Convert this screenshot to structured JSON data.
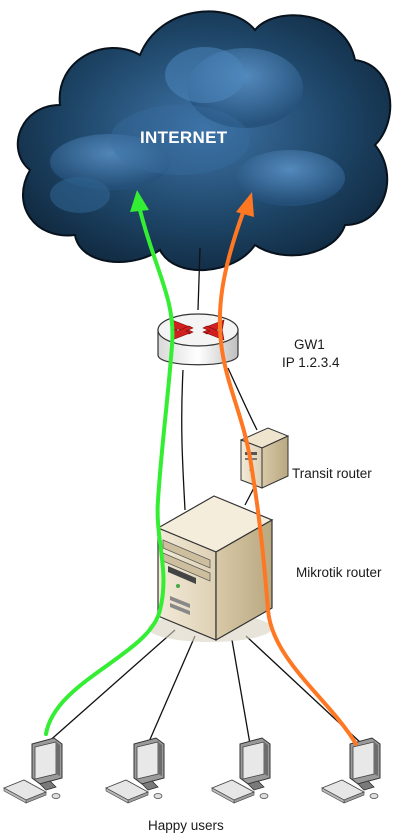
{
  "cloud": {
    "label": "INTERNET"
  },
  "gateway": {
    "name": "GW1",
    "ip": "IP 1.2.3.4"
  },
  "transit_router": {
    "label": "Transit router"
  },
  "mikrotik_router": {
    "label": "Mikrotik router"
  },
  "users": {
    "label": "Happy users",
    "count": 4
  },
  "paths": [
    {
      "name": "green-path",
      "color": "#33ee33"
    },
    {
      "name": "orange-path",
      "color": "#ff7722"
    }
  ]
}
